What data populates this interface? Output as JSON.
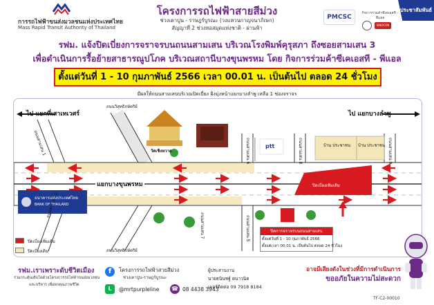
{
  "header": {
    "org_th": "การรถไฟฟ้าขนส่งมวลชนแห่งประเทศไทย",
    "org_en": "Mass Rapid Transit Authority of Thailand",
    "project_title": "โครงการรถไฟฟ้าสายสีม่วง",
    "project_sub1": "ช่วงเตาปูน - ราษฎร์บูรณะ (วงแหวนกาญจนาภิเษก)",
    "project_sub2": "สัญญาที่ 2 ช่วงหอสมุดแห่งชาติ - ผ่านฟ้า",
    "pmcsc": "PMCSC",
    "cns_text": "กิจการร่วมค้าซีเคเอสที - พีแอล",
    "ribbon": "ประชาสัมพันธ์",
    "sino_label": "SINOCON",
    "mrta_logo_icon": "mrta-chevron-logo"
  },
  "headline": {
    "line1": "รฟม. แจ้งปิดเบี่ยงการจราจรบนถนนสามเสน บริเวณโรงพิมพ์คุรุสภา ถึงซอยสามเสน 3",
    "line2": "เพื่อดำเนินการรื้อย้ายสาธารณูปโภค บริเวณสถานีบางขุนพรหม โดย กิจการร่วมค้าซีเคเอสที - พีแอล",
    "date_box": "ตั้งแต่วันที่ 1 - 10 กุมภาพันธ์ 2566 เวลา 00.01 น. เป็นต้นไป ตลอด 24 ชั่วโมง",
    "note": "มีผลให้ถนนสามเสนบริเวณปิดเบี่ยง ฝั่งมุ่งหน้าแยกบางลำพู เหลือ 1 ช่องจราจร"
  },
  "map": {
    "left_dir": "ไป แยกที่เสาเทเวศร์",
    "right_dir": "ไป แยกบางลำพู",
    "road_main": "แยกบางขุนพรหม",
    "road_top": "ถนนวิสุทธิกษัตริย์",
    "road_bottom": "ถนนวิสุทธิกษัตริย์",
    "soi_1": "ถนนสามเสน 1",
    "soi_2": "ถนนสามเสน 2",
    "soi_3": "ถนนสามเสน 3",
    "soi_5": "ถนนสามเสน 5",
    "soi_6": "ถนนสามเสน 6",
    "soi_7": "ถนนสามเสน 7",
    "soi_8": "ถนนสามเสน 8",
    "soi_9": "ถนนสามเสน 9",
    "temple": "วัดเชิงหวาย",
    "bot": "ธนาคารแห่งประเทศไทย",
    "bot_en": "BANK OF THAILAND",
    "ptt": "ptt",
    "house": "บ้าน\nประชาชน",
    "house_label": "บ้าน ประชาชน",
    "closed_area": "ปิดเบี่ยงเพิ่มเติม",
    "legend_new": "ปิดเบี่ยงเพิ่มเติม",
    "legend_old": "ปิดเบี่ยงเดิม",
    "info_head": "ปิดการจราจรบนถนนสามเสน",
    "info_l1": "ตั้งแต่วันที่ 1 - 10 กุมภาพันธ์ 2566",
    "info_l2": "ตั้งแต่เวลา 00.01 น. เป็นต้นไป ตลอด 24 ชั่วโมง",
    "red_color": "#d71920",
    "beige_color": "#f5e6b8"
  },
  "footer": {
    "slogan": "รฟม.เราเพราะดับชีวิตเมือง",
    "small1": "ร่วมกระตุ้นเติบโตด้วยโครงการรถไฟฟ้าขนส่งมวลชน",
    "small2": "และบริหาร เพื่อยกคุณภาพชีวิต",
    "fb_icon": "facebook-icon",
    "fb_l1": "โครงการรถไฟฟ้าสายสีม่วง",
    "fb_l2": "ช่วงเตาปูน-ราษฎร์บูรณะ",
    "line_icon": "line-icon",
    "line_id": "@mrtpurpleline",
    "phone_icon": "phone-icon",
    "phone_no": "08 4438 3943",
    "contact1": "ผู้ประสานงาน",
    "contact2": "นายธนินชฐ์ ตนาวนิค",
    "contact3": "เบอร์ติดต่อ 09 7918 8184",
    "apology1": "อาจมีเสียงดังในช่วงที่มีการดำเนินการ",
    "apology2": "ขออภัยในความไม่สะดวก",
    "doc_code": "TF-C2-00010"
  }
}
